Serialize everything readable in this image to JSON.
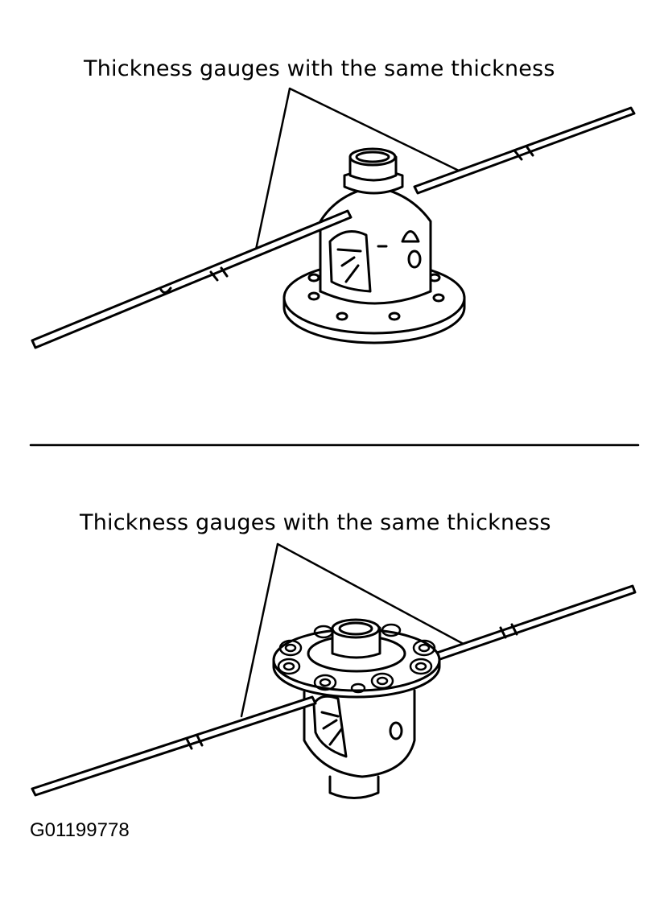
{
  "diagram": {
    "top": {
      "label": "Thickness gauges with the same thickness",
      "subject": "differential case (flange down) with thickness gauges inserted"
    },
    "bottom": {
      "label": "Thickness gauges with the same thickness",
      "subject": "differential case (ring gear flange up) with thickness gauges inserted"
    },
    "figure_code": "G01199778",
    "colors": {
      "line": "#000000",
      "background": "#ffffff"
    }
  }
}
